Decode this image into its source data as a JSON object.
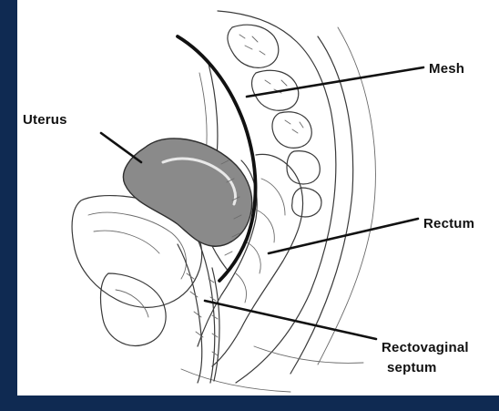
{
  "labels": {
    "mesh": "Mesh",
    "uterus": "Uterus",
    "rectum": "Rectum",
    "septum_line1": "Rectovaginal",
    "septum_line2": "septum"
  },
  "colors": {
    "background": "#0f2a52",
    "panel": "#ffffff",
    "uterus_fill": "#8a8a8a",
    "mesh_stroke": "#111111"
  }
}
